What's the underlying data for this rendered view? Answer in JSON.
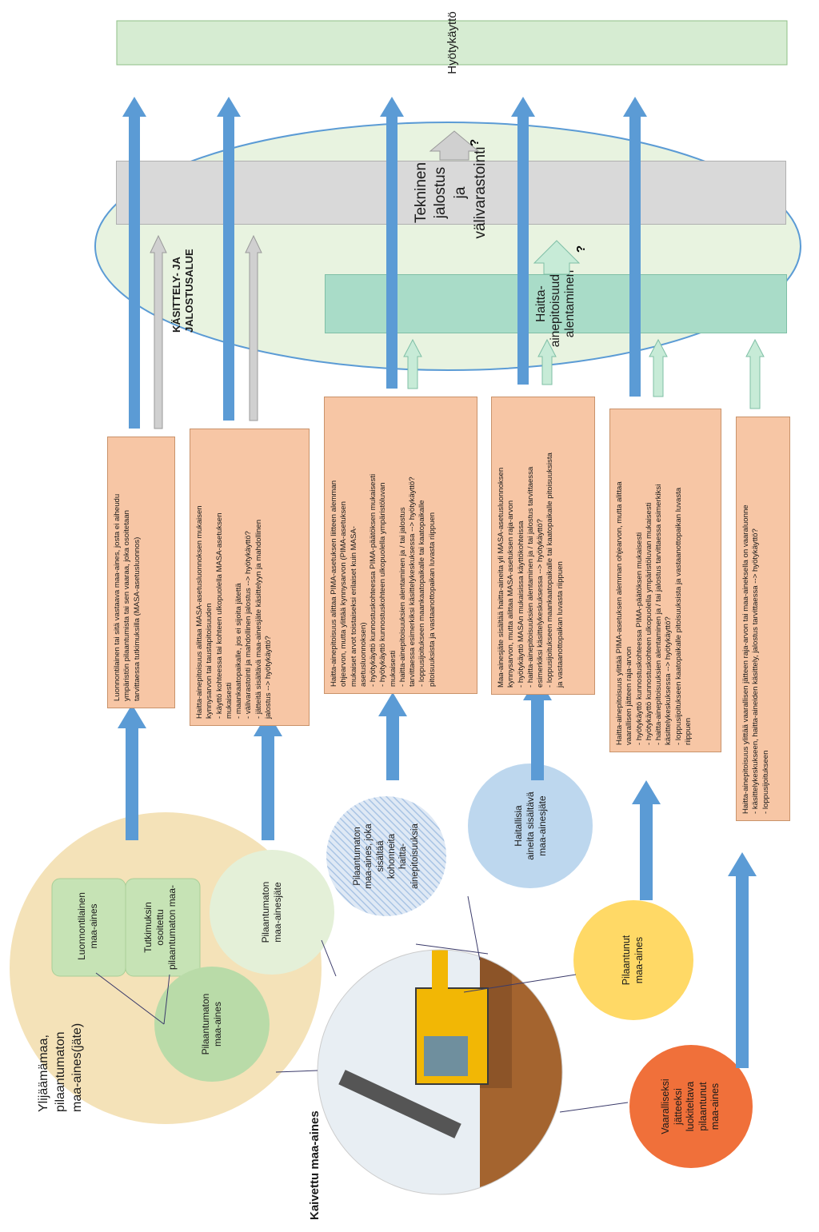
{
  "top": {
    "hyotykaytto": "Hyötykäyttö",
    "tekninen_line1": "Tekninen jalostus ja",
    "tekninen_line2": "välivarastointi",
    "haitta_alentaminen": "Haitta-ainepitoisuuden alentaminen",
    "kasittely_line1": "KÄSITTELY- JA",
    "kasittely_line2": "JALOSTUSALUE",
    "question": "?"
  },
  "sources": {
    "kaivettu": "Kaivettu maa-aines",
    "ylijaama_line1": "Ylijäämämaa,",
    "ylijaama_line2": "pilaantumaton",
    "ylijaama_line3": "maa-aines(jäte)",
    "luonnontilainen_line1": "Luonnontilainen",
    "luonnontilainen_line2": "maa-aines",
    "tutkimuksin_line1": "Tutkimuksin osoitettu",
    "tutkimuksin_line2": "pilaantumaton maa-",
    "pilaantumaton_maa_aines_line1": "Pilaantumaton",
    "pilaantumaton_maa_aines_line2": "maa-aines",
    "pilaantumaton_jate_line1": "Pilaantumaton",
    "pilaantumaton_jate_line2": "maa-ainesjäte",
    "kohonneita_line1": "Pilaantumaton",
    "kohonneita_line2": "maa-aines, joka",
    "kohonneita_line3": "sisältää",
    "kohonneita_line4": "kohonneita",
    "kohonneita_line5": "haitta-",
    "kohonneita_line6": "ainepitoisuuksia",
    "haitallisia_line1": "Haitallisia",
    "haitallisia_line2": "aineita sisältävä",
    "haitallisia_line3": "maa-ainesjäte",
    "pilaantunut_line1": "Pilaantunut",
    "pilaantunut_line2": "maa-aines",
    "vaaralliseksi_line1": "Vaaralliseksi",
    "vaaralliseksi_line2": "jätteeksi",
    "vaaralliseksi_line3": "luokiteltava",
    "vaaralliseksi_line4": "pilaantunut",
    "vaaralliseksi_line5": "maa-aines"
  },
  "boxes": [
    {
      "lines": [
        "Luonnontilainen tai sitä vastaava maa-aines, josta ei aiheudu",
        "ympäristön pilaantumista tai sen vaaraa, joka osoitetaan",
        "tarvittaessa tutkimuksilla (MASA-asetusluonnos)"
      ]
    },
    {
      "lines": [
        "Haitta-ainepitoisuus alittaa MASA-asetusluonnoksen mukaisen",
        "kynnysarvon tai taustapitoisuuden",
        "- käyttö kohteessa tai kohteen ulkopuolella MASA-asetuksen",
        "mukaisesti",
        "- maankaatopaikalle, jos ei sijoita jätettä",
        "- välivarastointi ja mahdollinen jalostus --> hyötykäyttö?",
        "- jätteitä sisältävä maa-ainesjäte käsittelyyn ja mahdollinen",
        "jalostus --> hyötykäyttö?"
      ]
    },
    {
      "lines": [
        "Haitta-ainepitoisuus alittaa PIMA-asetuksen liitteen alemman",
        "ohjearvon, mutta ylittää kynnysarvon (PIMA-asetuksen",
        "mukaiset arvot toistaiseksi erilaiset kuin MASA-",
        "asetusluonnoksen)",
        "- hyötykäyttö kunnostuskohteessa PIMA-päätöksen mukaisesti",
        "- hyötykäyttö kunnostuskohteen ulkopuolella ympäristöluvan",
        "mukaisesti",
        "- haitta-ainepitoisuuksien alentaminen ja / tai jalostus",
        "tarvittaessa esimerkiksi käsittelykeskuksessa --> hyötykäyttö?",
        "- loppusijoitukseen maankaatopaikalle tai kaatopaikalle",
        "pitoisuuksista ja vastaanottopaikan luvasta riippuen"
      ]
    },
    {
      "lines": [
        "Maa-ainesjäte sisältää haitta-aineita yli MASA-asetusluonnoksen",
        "kynnysarvon, mutta alittaa MASA-asetuksen raja-arvon",
        "- hyötykäyttö MASAn mukaisissa käyttökohteissa",
        "- haitta-ainepitoisuuksien alentaminen ja / tai jalostus tarvittaessa",
        "esimerkiksi käsittelykeskuksessa --> hyötykäyttö?",
        "- loppusijoitukseen maankaatopaikalle tai kaatopaikalle pitoisuuksista",
        "ja vastaanottopaikan luvasta riippuen"
      ]
    },
    {
      "lines": [
        "Haitta-ainepitoisuus ylittää PIMA-asetuksen alemman ohjearvon, mutta alittaa",
        "vaarallisen jätteen raja-arvon",
        "- hyötykäyttö kunnostuskohteessa PIMA-päätöksen mukaisesti",
        "- hyötykäyttö kunnostuskohteen ulkopuolella ympäristöluvan mukaisesti",
        "- haitta-ainepitoisuuksien alentaminen ja / tai jalostus tarvittaessa esimerkiksi",
        "käsittelykeskuksessa --> hyötykäyttö?",
        "- loppusijoitukseen kaatopaikalle pitoisuuksista ja vastaanottopaikan luvasta",
        "riippuen"
      ]
    },
    {
      "lines": [
        "Haitta-ainepitoisuus ylittää vaarallisen jätteen raja-arvon tai maa-aineksella on vaaraluonne",
        "- käsittelykeskukseen, haitta-aineiden käsittely, jalostus tarvittaessa --> hyötykäyttö?",
        "- loppusijoitukseen"
      ]
    }
  ],
  "colors": {
    "green_banner": "#d6ecd2",
    "ellipse": "#e8f3e0",
    "gray_banner": "#d9d9d9",
    "teal_banner": "#a9dcc8",
    "orange_box": "#f7c6a5",
    "blue_arrow": "#5b9bd5",
    "tan_circle": "#f4e2b8",
    "green_circle": "#b9dba8",
    "light_green_circle": "#e4f0d8",
    "light_blue_circle": "#bdd7ee",
    "yellow_circle": "#ffd966",
    "red_circle": "#f0703a"
  }
}
